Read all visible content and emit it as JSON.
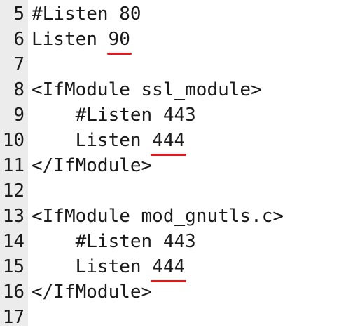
{
  "lines": [
    {
      "num": "5",
      "indent": "",
      "text": "#Listen 80",
      "port": ""
    },
    {
      "num": "6",
      "indent": "",
      "text": "Listen ",
      "port": "90"
    },
    {
      "num": "7",
      "indent": "",
      "text": "",
      "port": ""
    },
    {
      "num": "8",
      "indent": "",
      "text": "<IfModule ssl_module>",
      "port": ""
    },
    {
      "num": "9",
      "indent": "    ",
      "text": "#Listen 443",
      "port": ""
    },
    {
      "num": "10",
      "indent": "    ",
      "text": "Listen ",
      "port": "444"
    },
    {
      "num": "11",
      "indent": "",
      "text": "</IfModule>",
      "port": ""
    },
    {
      "num": "12",
      "indent": "",
      "text": "",
      "port": ""
    },
    {
      "num": "13",
      "indent": "",
      "text": "<IfModule mod_gnutls.c>",
      "port": ""
    },
    {
      "num": "14",
      "indent": "    ",
      "text": "#Listen 443",
      "port": ""
    },
    {
      "num": "15",
      "indent": "    ",
      "text": "Listen ",
      "port": "444"
    },
    {
      "num": "16",
      "indent": "",
      "text": "</IfModule>",
      "port": ""
    },
    {
      "num": "17",
      "indent": "",
      "text": "",
      "port": ""
    }
  ],
  "colors": {
    "gutter_bg": "#ececec",
    "text": "#1a1a1a",
    "underline": "#e0191c"
  }
}
